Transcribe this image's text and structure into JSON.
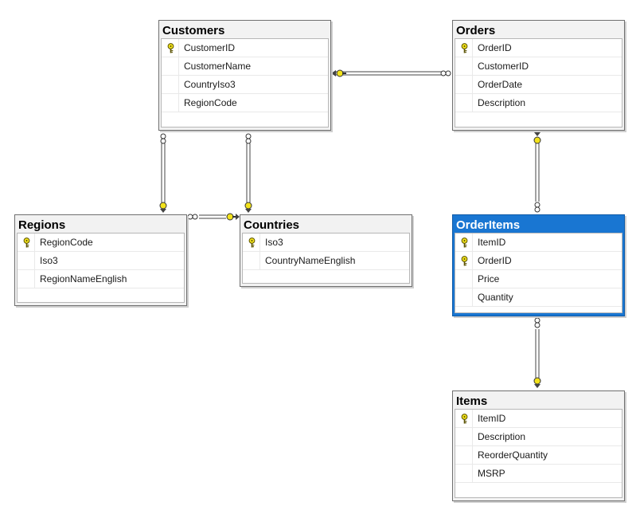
{
  "tables": {
    "customers": {
      "title": "Customers",
      "columns": [
        {
          "name": "CustomerID",
          "pk": true
        },
        {
          "name": "CustomerName",
          "pk": false
        },
        {
          "name": "CountryIso3",
          "pk": false
        },
        {
          "name": "RegionCode",
          "pk": false
        }
      ]
    },
    "orders": {
      "title": "Orders",
      "columns": [
        {
          "name": "OrderID",
          "pk": true
        },
        {
          "name": "CustomerID",
          "pk": false
        },
        {
          "name": "OrderDate",
          "pk": false
        },
        {
          "name": "Description",
          "pk": false
        }
      ]
    },
    "regions": {
      "title": "Regions",
      "columns": [
        {
          "name": "RegionCode",
          "pk": true
        },
        {
          "name": "Iso3",
          "pk": false
        },
        {
          "name": "RegionNameEnglish",
          "pk": false
        }
      ]
    },
    "countries": {
      "title": "Countries",
      "columns": [
        {
          "name": "Iso3",
          "pk": true
        },
        {
          "name": "CountryNameEnglish",
          "pk": false
        }
      ]
    },
    "orderitems": {
      "title": "OrderItems",
      "selected": true,
      "columns": [
        {
          "name": "ItemID",
          "pk": true
        },
        {
          "name": "OrderID",
          "pk": true
        },
        {
          "name": "Price",
          "pk": false
        },
        {
          "name": "Quantity",
          "pk": false
        }
      ]
    },
    "items": {
      "title": "Items",
      "columns": [
        {
          "name": "ItemID",
          "pk": true
        },
        {
          "name": "Description",
          "pk": false
        },
        {
          "name": "ReorderQuantity",
          "pk": false
        },
        {
          "name": "MSRP",
          "pk": false
        }
      ]
    }
  },
  "relationships": [
    {
      "one": "customers",
      "many": "orders"
    },
    {
      "one": "regions",
      "many": "customers"
    },
    {
      "one": "countries",
      "many": "customers"
    },
    {
      "one": "countries",
      "many": "regions"
    },
    {
      "one": "orders",
      "many": "orderitems"
    },
    {
      "one": "items",
      "many": "orderitems"
    }
  ],
  "colors": {
    "selected_header": "#1976d2",
    "key_icon": "#f2e21b",
    "connector": "#444444"
  },
  "icons": {
    "primary_key": "key-icon",
    "one_end": "key-icon",
    "many_end": "infinity-icon"
  }
}
